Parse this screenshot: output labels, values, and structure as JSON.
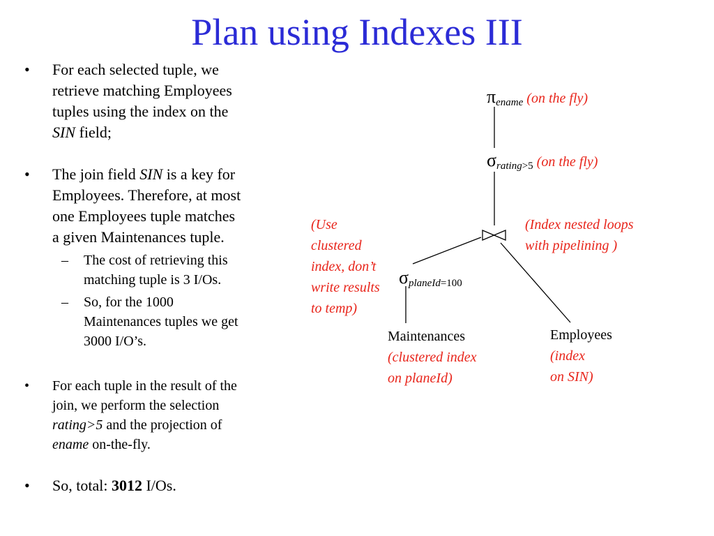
{
  "title": "Plan using Indexes III",
  "bullets": {
    "b1": {
      "l1": "For each selected tuple, we",
      "l2": "retrieve matching Employees",
      "l3": "tuples using the index on the",
      "l4_em": "SIN",
      "l4_rest": " field;"
    },
    "b2": {
      "l1_a": "The join field ",
      "l1_em": "SIN",
      "l1_b": " is a key for",
      "l2": "Employees. Therefore, at most",
      "l3": "one Employees tuple matches",
      "l4": "a given Maintenances tuple."
    },
    "s1": {
      "l1": "The cost of retrieving this",
      "l2": "matching tuple is 3 I/Os."
    },
    "s2": {
      "l1": "So, for the 1000",
      "l2": "Maintenances tuples we get",
      "l3": "3000 I/O’s."
    },
    "b3": {
      "l1": "For each tuple in the result of the",
      "l2": "join, we perform the selection",
      "l3_em": "rating>5",
      "l3_rest": " and the projection of",
      "l4_em": "ename",
      "l4_rest": " on-the-fly."
    },
    "b4": {
      "prefix": "So, total: ",
      "bold": "3012",
      "suffix": " I/Os."
    },
    "bullet_symbol": "•",
    "dash_symbol": "–"
  },
  "diagram": {
    "pi": {
      "symbol": "π",
      "sub": "ename",
      "note": "(on the fly)"
    },
    "sigma_rating": {
      "symbol": "σ",
      "sub_em": "rating",
      "sub_rest": ">5",
      "note": "(on the fly)"
    },
    "join": {
      "symbol": "⋈",
      "note_l1": "(Index nested loops",
      "note_l2": "with pipelining )"
    },
    "sigma_plane": {
      "symbol": "σ",
      "sub_em": "planeId",
      "sub_rest": "=100",
      "note_l1": "(Use",
      "note_l2": "clustered",
      "note_l3": "index, don’t",
      "note_l4": "write results",
      "note_l5": "to temp)"
    },
    "maint": {
      "name": "Maintenances",
      "note_l1": "(clustered index",
      "note_l2": "on planeId)"
    },
    "emp": {
      "name": "Employees",
      "note_l1": "(index",
      "note_l2": "on SIN)"
    }
  },
  "colors": {
    "title": "#2b2bd6",
    "annotation": "#e8251b",
    "text": "#000000"
  }
}
